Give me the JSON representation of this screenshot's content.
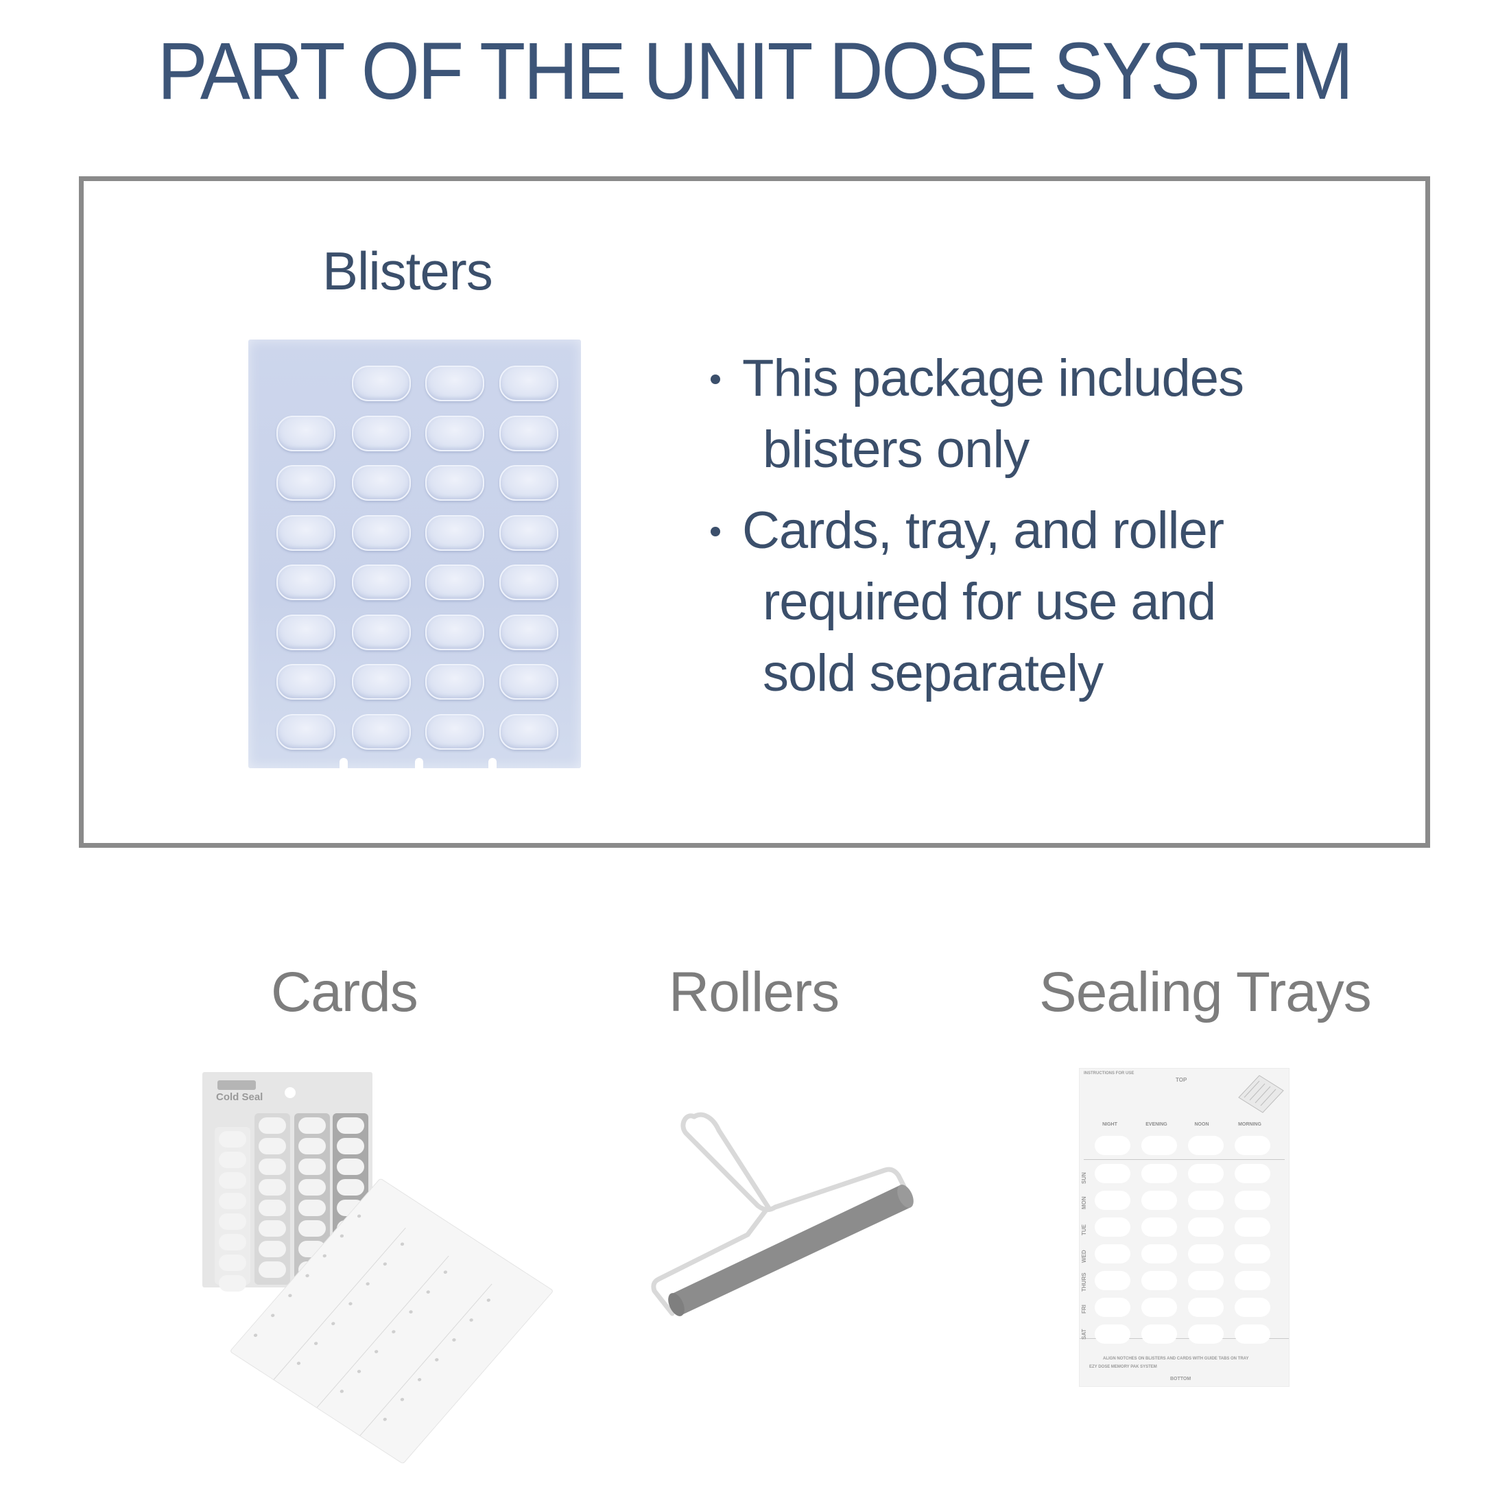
{
  "header": {
    "title": "PART OF THE UNIT DOSE SYSTEM"
  },
  "colors": {
    "title": "#3d5578",
    "body_text": "#3b4f6b",
    "frame_border": "#8a8a8a",
    "sub_labels": "#7d7d7d",
    "blister_sheet": "#c8d2ea",
    "roller": "#8c8c8c"
  },
  "featured": {
    "label": "Blisters",
    "blister_grid": {
      "columns": 4,
      "rows": 8,
      "first_row_count": 3,
      "notches": 3
    },
    "bullets": [
      {
        "lines": [
          "This package includes",
          "blisters only"
        ]
      },
      {
        "lines": [
          "Cards, tray, and roller",
          "required for use and",
          "sold separately"
        ]
      }
    ]
  },
  "accessories": [
    {
      "label": "Cards",
      "image": "cards-photo",
      "image_text": "Cold Seal"
    },
    {
      "label": "Rollers",
      "image": "roller-photo"
    },
    {
      "label": "Sealing Trays",
      "image": "sealing-tray-photo"
    }
  ],
  "tray": {
    "instructions_heading": "INSTRUCTIONS FOR USE",
    "top_label": "TOP",
    "columns": [
      "NIGHT",
      "EVENING",
      "NOON",
      "MORNING"
    ],
    "days": [
      "SUN",
      "MON",
      "TUE",
      "WED",
      "THURS",
      "FRI",
      "SAT"
    ],
    "align_note": "ALIGN NOTCHES ON BLISTERS AND CARDS WITH GUIDE TABS ON TRAY",
    "brand_line": "EZY DOSE MEMORY PAK SYSTEM",
    "bottom_label": "BOTTOM"
  }
}
